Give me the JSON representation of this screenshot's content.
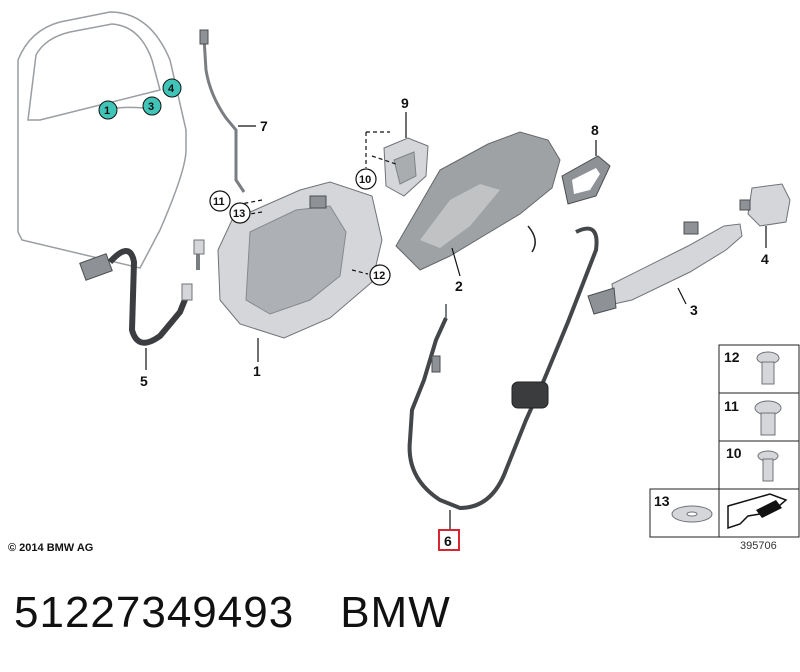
{
  "callouts": {
    "c1": "1",
    "c2": "2",
    "c3": "3",
    "c4": "4",
    "c5": "5",
    "c6": "6",
    "c7": "7",
    "c8": "8",
    "c9": "9",
    "c10": "10",
    "c11": "11",
    "c12": "12",
    "c13": "13"
  },
  "door_callouts": [
    "1",
    "3",
    "4"
  ],
  "legend": {
    "rows": [
      "12",
      "11",
      "10",
      "13"
    ]
  },
  "highlight_color": "#d9262e",
  "teal_color": "#41c4b8",
  "copyright": "© 2014 BMW AG",
  "diagram_ref": "395706",
  "part_number": "51227349493",
  "brand": "BMW"
}
